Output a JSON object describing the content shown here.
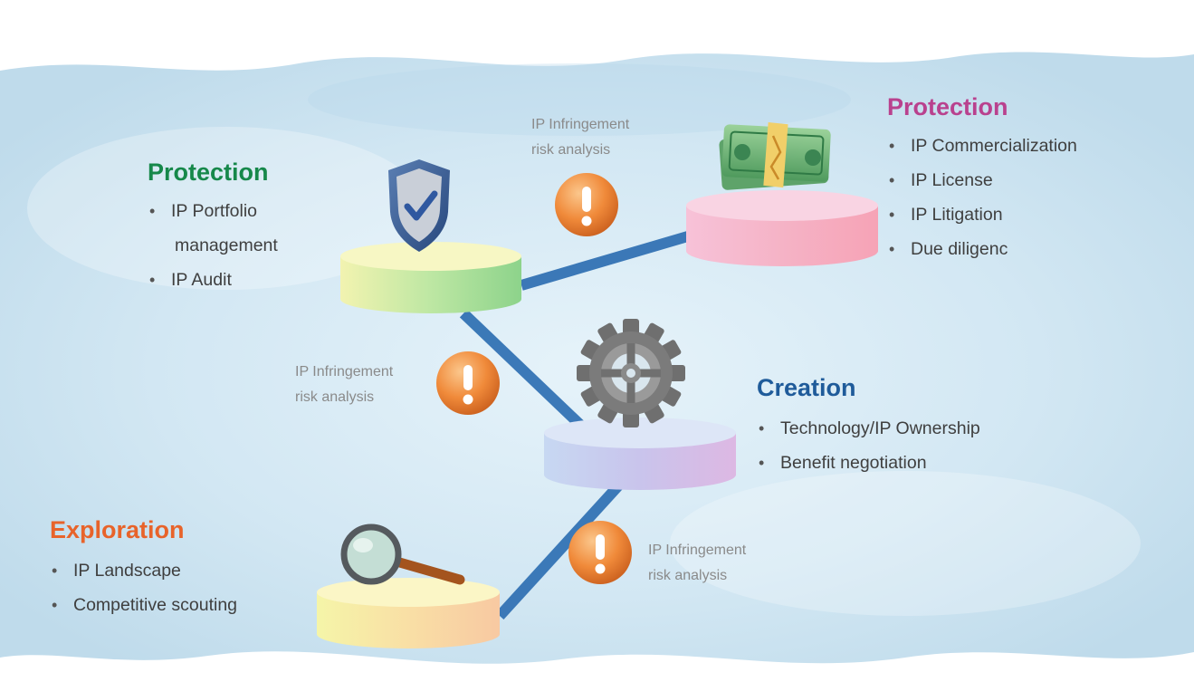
{
  "stages": [
    {
      "id": "exploration",
      "title": "Exploration",
      "color": "#e8632a",
      "items": [
        "IP Landscape",
        "Competitive scouting"
      ],
      "icon": "magnifier-icon",
      "platform_colors": [
        "#f5f5a8",
        "#f9dfa5",
        "#f8c9a2"
      ]
    },
    {
      "id": "creation",
      "title": "Creation",
      "color": "#1f5b9a",
      "items": [
        "Technology/IP Ownership",
        "Benefit negotiation"
      ],
      "icon": "gear-icon",
      "platform_colors": [
        "#c7d8f2",
        "#c9c4ec",
        "#ddb8e3"
      ]
    },
    {
      "id": "protection",
      "title": "Protection",
      "color": "#16884a",
      "items": [
        "IP Portfolio",
        "management",
        "IP Audit"
      ],
      "icon": "shield-check-icon",
      "platform_colors": [
        "#f2f3b0",
        "#bde7a3",
        "#8dd38b"
      ]
    },
    {
      "id": "commercialization",
      "title": "Protection",
      "color": "#b9418e",
      "items": [
        "IP Commercialization",
        "IP License",
        "IP Litigation",
        "Due diligenc"
      ],
      "icon": "money-stack-icon",
      "platform_colors": [
        "#f7c2d8",
        "#f5b3c6",
        "#f6a3b6"
      ]
    }
  ],
  "risk_notes": [
    {
      "line1": "IP Infringement",
      "line2": "risk analysis"
    },
    {
      "line1": "IP Infringement",
      "line2": "risk analysis"
    },
    {
      "line1": "IP Infringement",
      "line2": "risk analysis"
    }
  ],
  "alert_icon": "exclamation-icon",
  "connector_color": "#2e6fb2",
  "background_color": "#d3e8f3"
}
